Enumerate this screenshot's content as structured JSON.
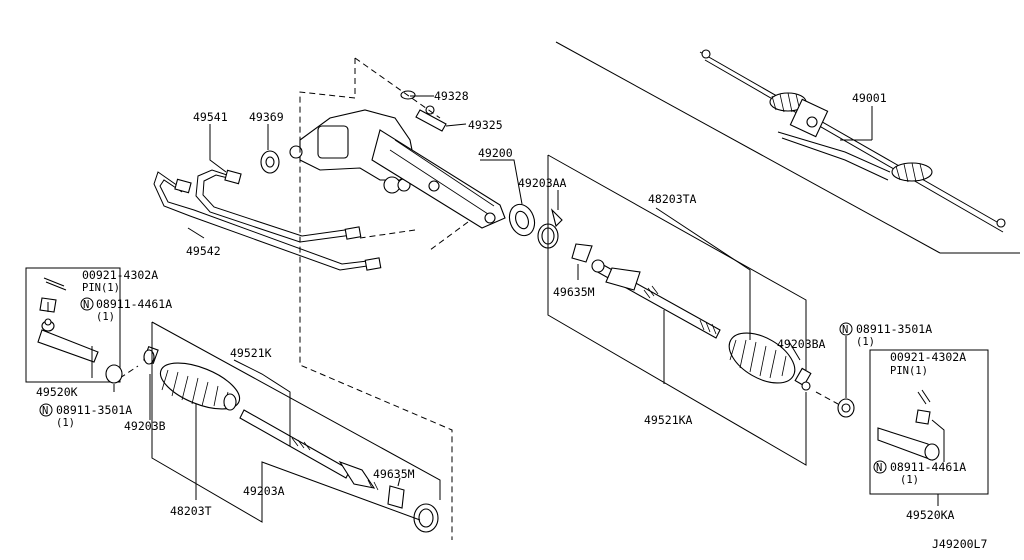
{
  "diagram_code": "J49200L7",
  "labels": {
    "p49001": "49001",
    "p49328": "49328",
    "p49325": "49325",
    "p49541": "49541",
    "p49369": "49369",
    "p49200": "49200",
    "p49203AA": "49203AA",
    "p48203TA": "48203TA",
    "p49542": "49542",
    "p49635M_r": "49635M",
    "p49203BA": "49203BA",
    "p49521KA": "49521KA",
    "p49521K": "49521K",
    "p49203B": "49203B",
    "p49635M_l": "49635M",
    "p49203A": "49203A",
    "p48203T": "48203T",
    "p49520K": "49520K",
    "p49520KA": "49520KA"
  },
  "left_box": {
    "pin_code": "00921-4302A",
    "pin_label": "PIN(1)",
    "nut_marker": "N",
    "nut_code": "08911-4461A",
    "nut_qty": "(1)"
  },
  "left_nut": {
    "marker": "N",
    "code": "08911-3501A",
    "qty": "(1)"
  },
  "right_nut": {
    "marker": "N",
    "code": "08911-3501A",
    "qty": "(1)"
  },
  "right_box": {
    "pin_code": "00921-4302A",
    "pin_label": "PIN(1)",
    "nut_marker": "N",
    "nut_code": "08911-4461A",
    "nut_qty": "(1)"
  }
}
